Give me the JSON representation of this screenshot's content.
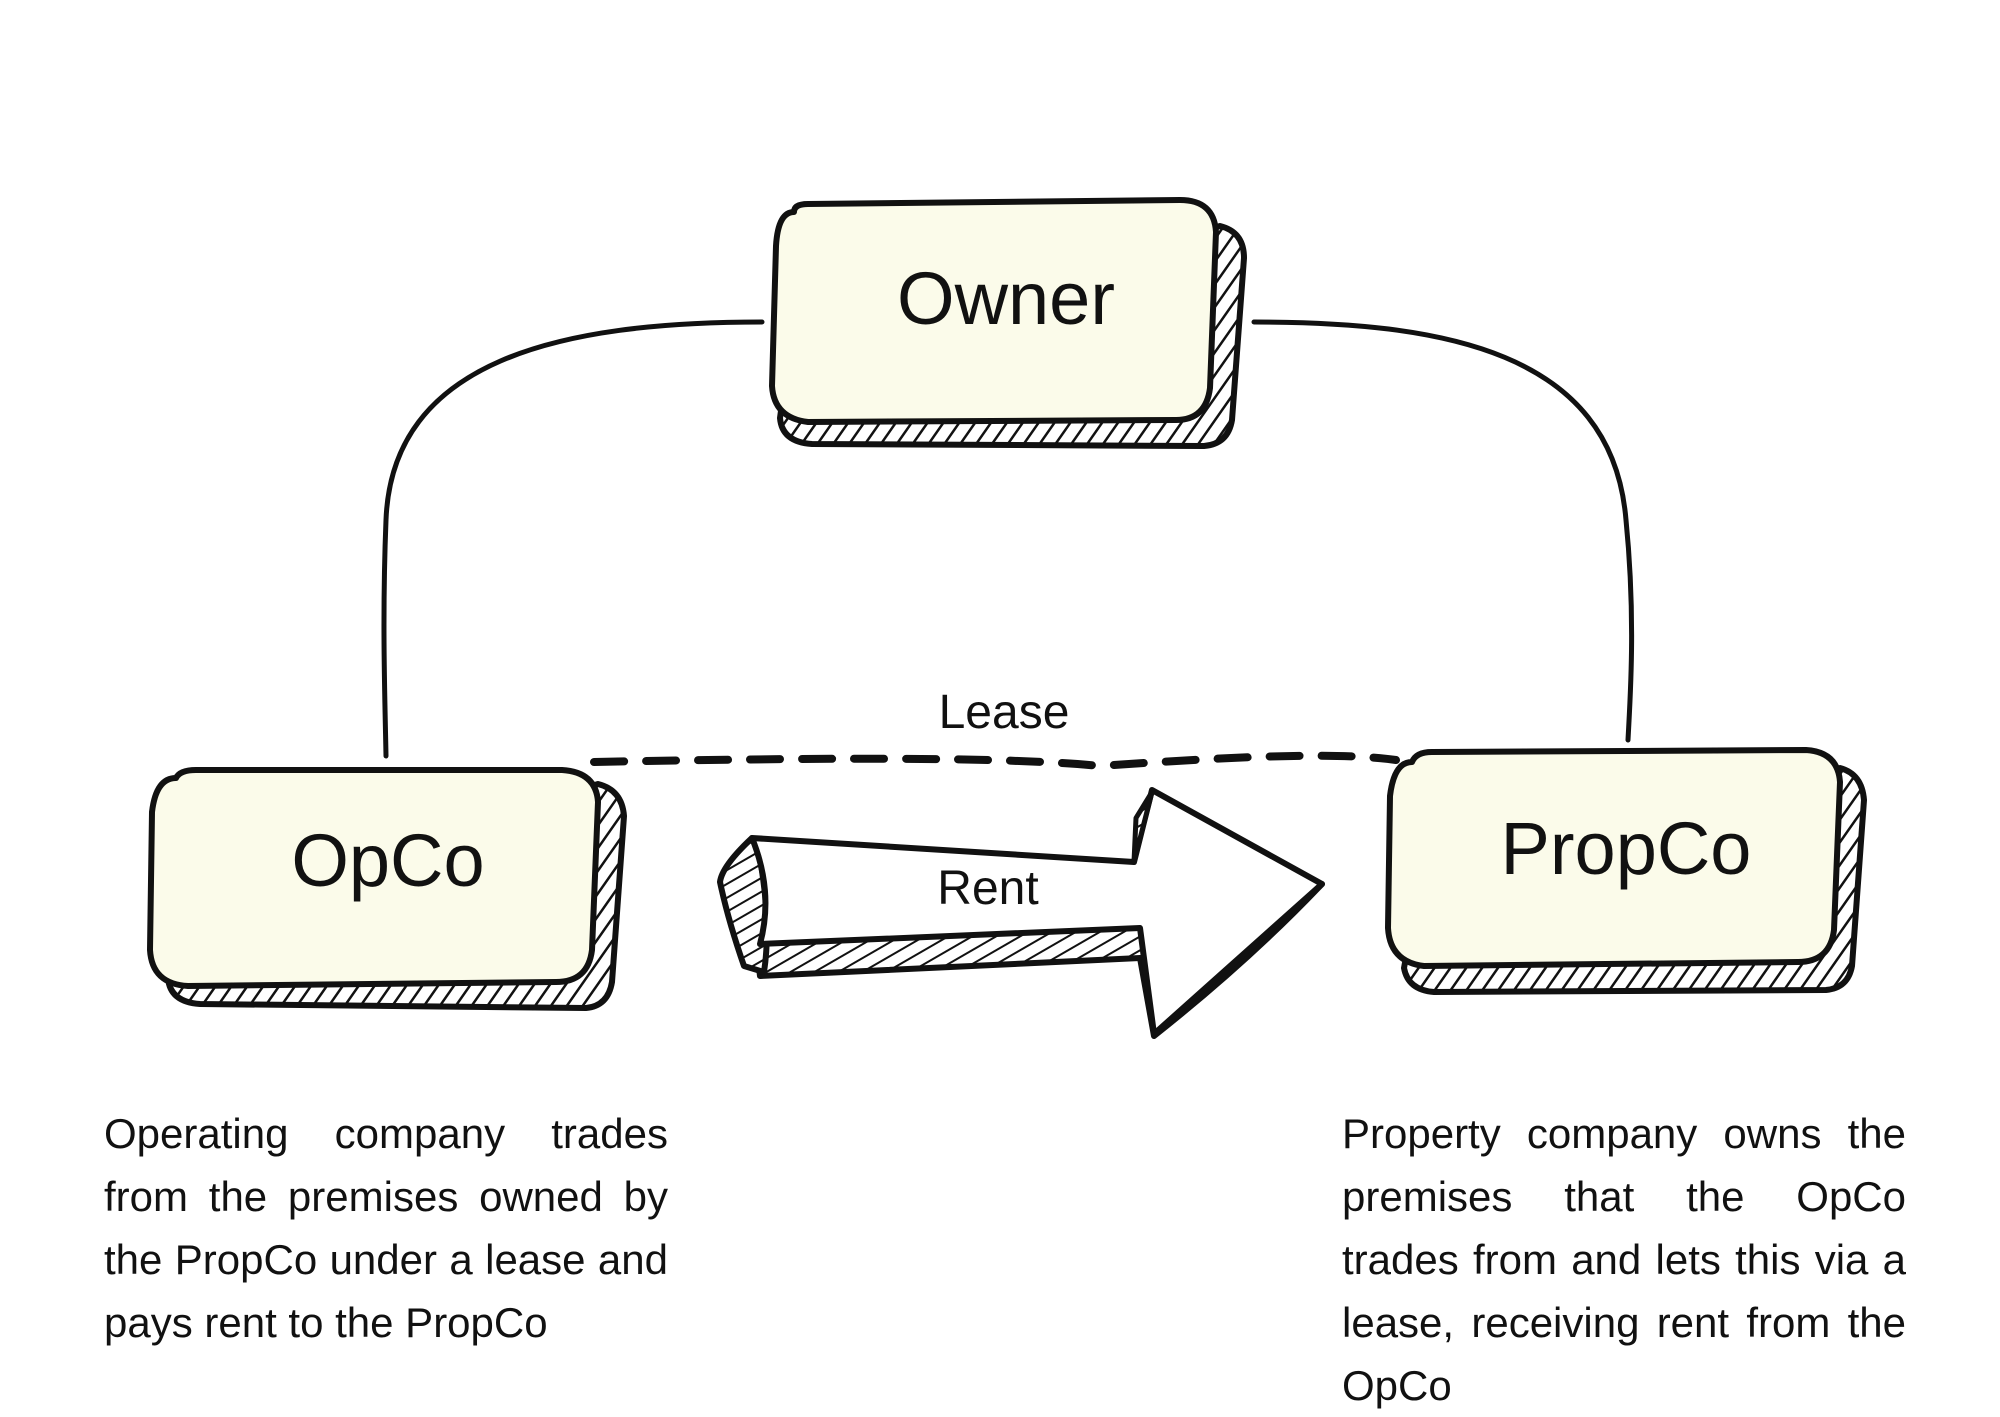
{
  "nodes": {
    "owner": {
      "label": "Owner"
    },
    "opco": {
      "label": "OpCo"
    },
    "propco": {
      "label": "PropCo"
    }
  },
  "edges": {
    "lease": {
      "label": "Lease",
      "style": "dashed"
    },
    "rent": {
      "label": "Rent",
      "style": "block-arrow"
    }
  },
  "descriptions": {
    "opco": "Operating company trades from the premises owned by the PropCo under a lease and pays rent to the PropCo",
    "propco": "Property company owns the premises that the OpCo trades from and lets this via a lease, receiving rent from the OpCo"
  },
  "colors": {
    "box_fill": "#fbfbea",
    "stroke": "#111111",
    "background": "#ffffff"
  }
}
